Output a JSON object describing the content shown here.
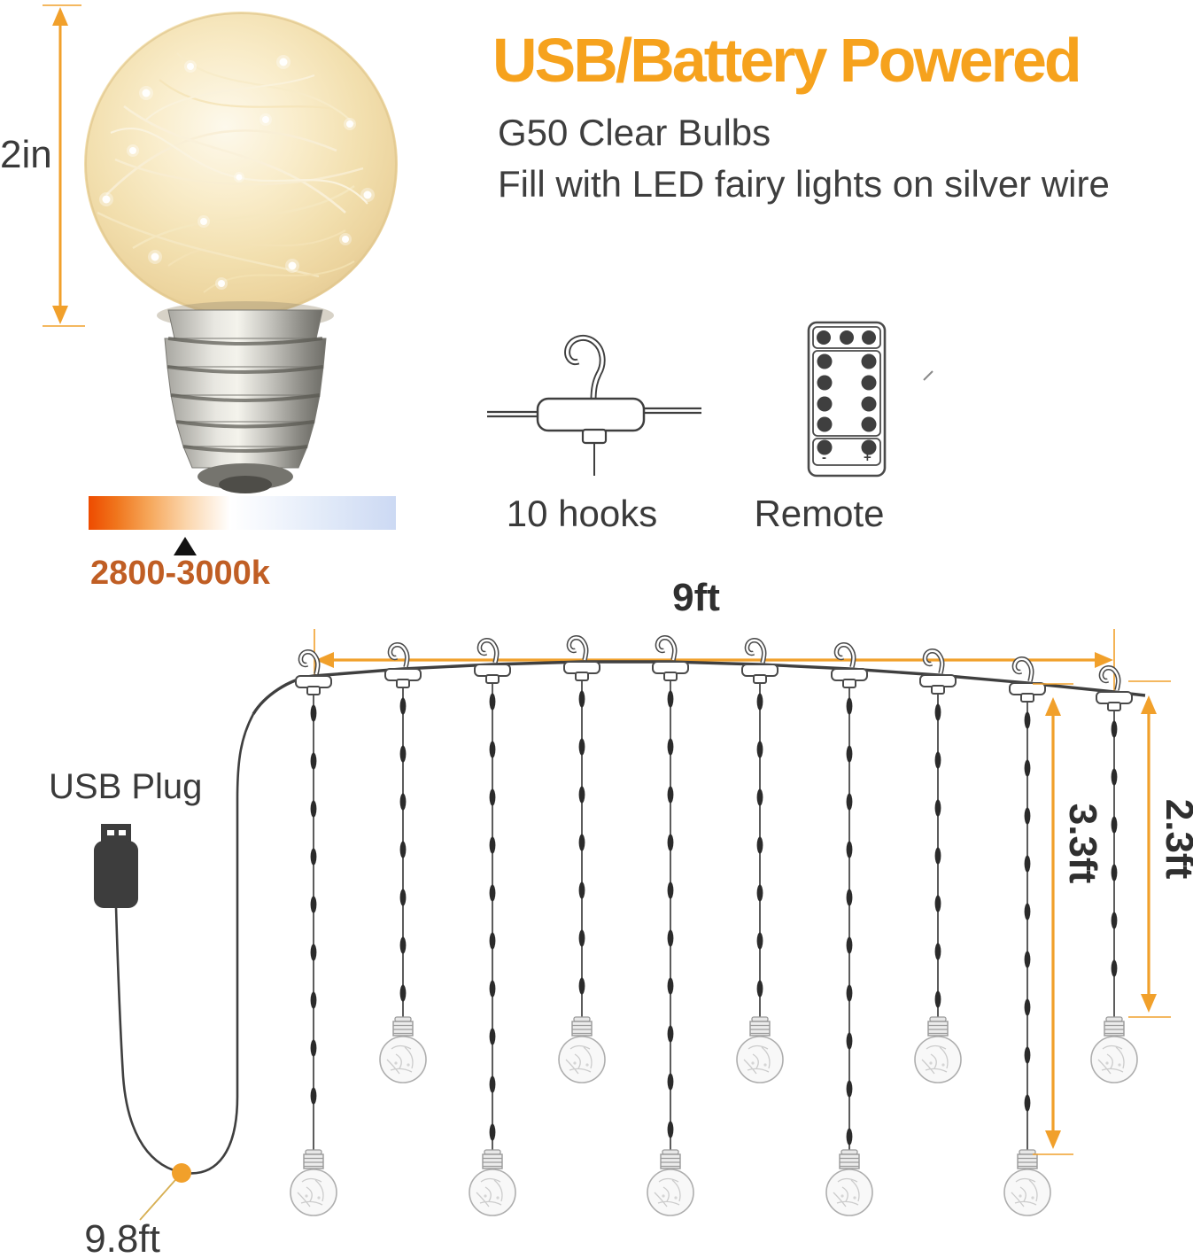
{
  "header": {
    "title": "USB/Battery Powered",
    "subtitle1": "G50 Clear Bulbs",
    "subtitle2": "Fill with LED fairy lights on silver wire"
  },
  "bulb": {
    "height_label": "2in",
    "color_temp_label": "2800-3000k"
  },
  "accessories": {
    "hooks_label": "10 hooks",
    "remote_label": "Remote",
    "remote_minus": "-",
    "remote_plus": "+"
  },
  "diagram": {
    "span_label": "9ft",
    "long_drop_label": "3.3ft",
    "short_drop_label": "2.3ft",
    "usb_label": "USB Plug",
    "cable_length_label": "9.8ft",
    "hook_count": 10
  },
  "colors": {
    "accent_orange": "#F6A21D",
    "dimension_orange": "#F1A02B",
    "temp_text": "#C05E24",
    "text_dark": "#3A3A3A",
    "line_dark": "#3F3F3F"
  }
}
